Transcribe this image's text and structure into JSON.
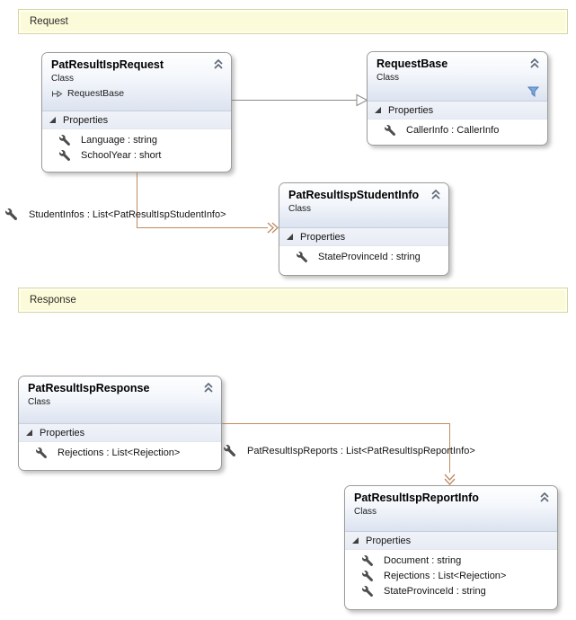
{
  "banners": {
    "request": "Request",
    "response": "Response"
  },
  "classes": {
    "patResultIspRequest": {
      "name": "PatResultIspRequest",
      "stereotype": "Class",
      "inherits": "RequestBase",
      "compartment": "Properties",
      "properties": [
        "Language : string",
        "SchoolYear : short"
      ]
    },
    "requestBase": {
      "name": "RequestBase",
      "stereotype": "Class",
      "compartment": "Properties",
      "properties": [
        "CallerInfo : CallerInfo"
      ]
    },
    "patResultIspStudentInfo": {
      "name": "PatResultIspStudentInfo",
      "stereotype": "Class",
      "compartment": "Properties",
      "properties": [
        "StateProvinceId : string"
      ]
    },
    "patResultIspResponse": {
      "name": "PatResultIspResponse",
      "stereotype": "Class",
      "compartment": "Properties",
      "properties": [
        "Rejections : List<Rejection>"
      ]
    },
    "patResultIspReportInfo": {
      "name": "PatResultIspReportInfo",
      "stereotype": "Class",
      "compartment": "Properties",
      "properties": [
        "Document : string",
        "Rejections : List<Rejection>",
        "StateProvinceId : string"
      ]
    }
  },
  "associations": {
    "studentInfos": "StudentInfos : List<PatResultIspStudentInfo>",
    "reports": "PatResultIspReports : List<PatResultIspReportInfo>"
  },
  "colors": {
    "banner_bg": "#FBFBD9",
    "banner_border": "#D6D69E",
    "box_border": "#9B9B9B",
    "header_gradient_end": "#DCE3F0",
    "compartment_bg": "#E7EBF4",
    "association_line": "#BE8B62",
    "inheritance_line": "#8A8A8A"
  }
}
